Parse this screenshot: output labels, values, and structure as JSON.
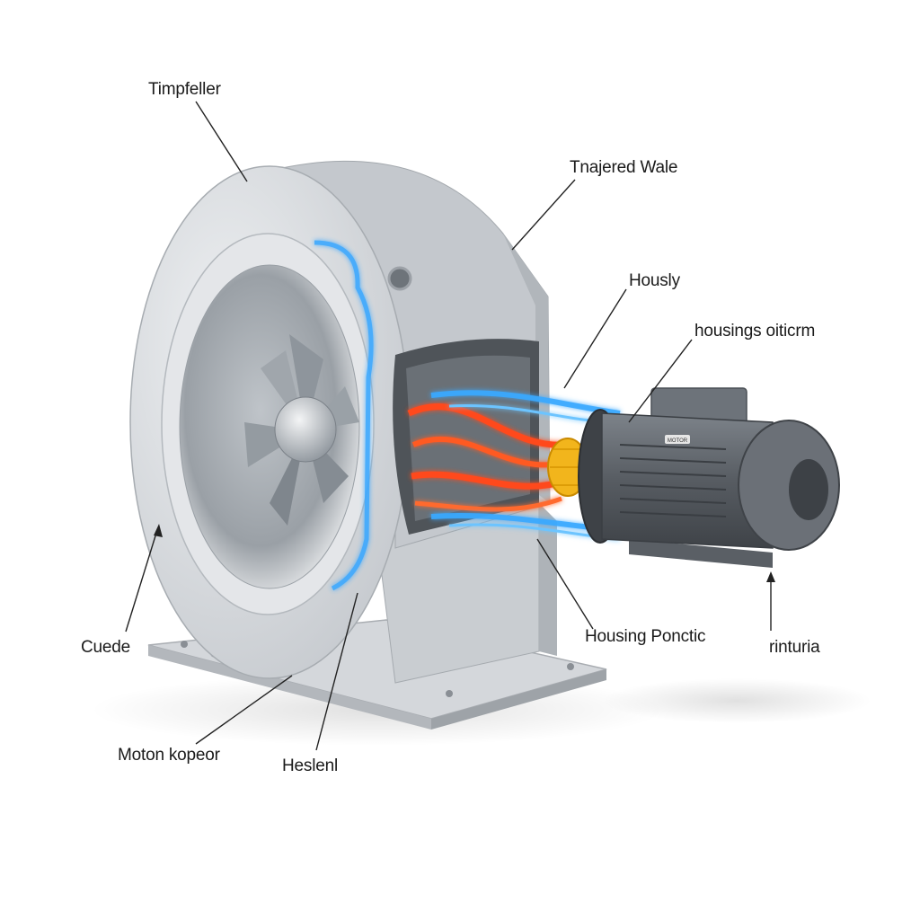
{
  "labels": {
    "impeller": "Timpfeller",
    "top_right": "Tnajered Wale",
    "hously": "Hously",
    "housings": "housings oiticrm",
    "housing_ponctic": "Housing Ponctic",
    "rinturia": "rinturia",
    "cuede": "Cuede",
    "motor_kopeor": "Moton kopeor",
    "heslenl": "Heslenl"
  },
  "motor_plate": "MOTOR",
  "colors": {
    "housing": "#d7dadd",
    "housing_shadow": "#b9bdc2",
    "motor": "#5f646b",
    "cool_flow": "#3aa8ff",
    "hot_flow": "#ff4a1c",
    "coupling": "#f2b51c",
    "leader": "#222222"
  }
}
